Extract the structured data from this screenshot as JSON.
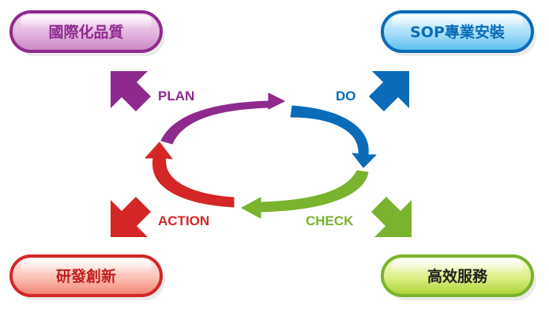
{
  "boxes": {
    "top_left": {
      "label": "國際化品質",
      "color": "#8e2a8e"
    },
    "top_right": {
      "label": "SOP專業安裝",
      "color": "#0a6bb8"
    },
    "bottom_left": {
      "label": "研發創新",
      "color": "#c41e1e"
    },
    "bottom_right": {
      "label": "高效服務",
      "color": "#1f1f1f"
    }
  },
  "steps": {
    "plan": {
      "label": "PLAN",
      "color": "#8e2a8e"
    },
    "do": {
      "label": "DO",
      "color": "#0a6bb8"
    },
    "check": {
      "label": "CHECK",
      "color": "#7ab32e"
    },
    "action": {
      "label": "ACTION",
      "color": "#d42626"
    }
  }
}
